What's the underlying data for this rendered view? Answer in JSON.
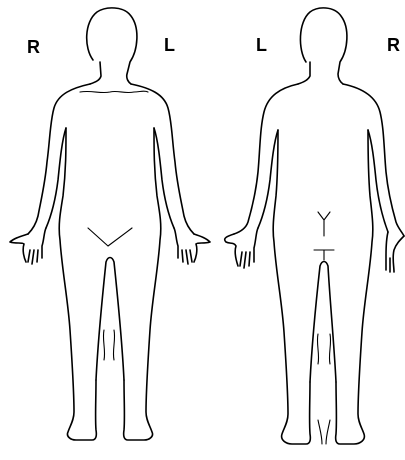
{
  "front_view": {
    "right_label": "R",
    "left_label": "L"
  },
  "back_view": {
    "left_label": "L",
    "right_label": "R"
  },
  "colors": {
    "outline": "#000000",
    "background": "#ffffff"
  }
}
